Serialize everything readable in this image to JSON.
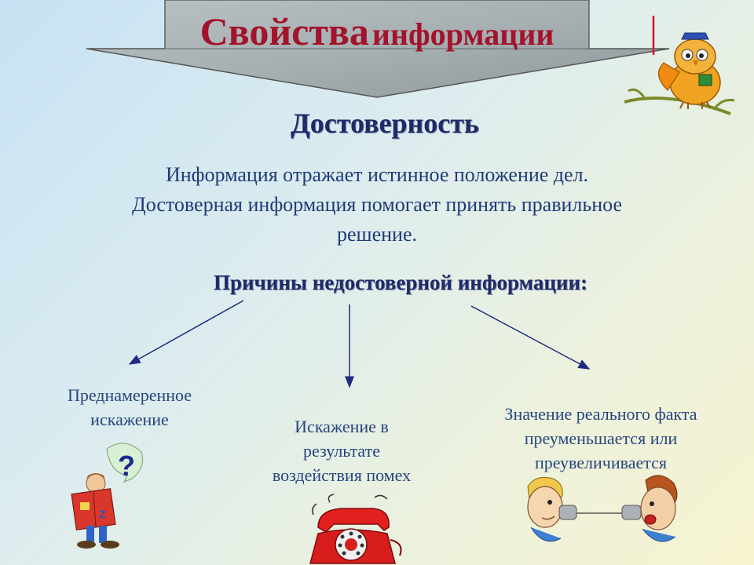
{
  "banner": {
    "title_word1": "Свойства",
    "title_word2": "информации"
  },
  "property_title": "Достоверность",
  "description": {
    "line1": "Информация отражает истинное положение дел.",
    "line2": "Достоверная информация помогает принять правильное",
    "line3": "решение."
  },
  "reasons_heading": "Причины недостоверной информации:",
  "causes": [
    {
      "line1": "Преднамеренное",
      "line2": "искажение"
    },
    {
      "line1": "Искажение в",
      "line2": "результате",
      "line3": "воздействия помех"
    },
    {
      "line1": "Значение реального факта",
      "line2": "преуменьшается или",
      "line3": "преувеличивается"
    }
  ],
  "illustrations": [
    "owl-on-branch",
    "boy-with-book-and-question",
    "red-rotary-phone",
    "two-people-talking-on-string-phone"
  ],
  "colors": {
    "title": "#a3132c",
    "heading": "#1f2a66",
    "text": "#25467f",
    "banner_fill": "#9aa4a6",
    "arrow": "#1f2a80"
  }
}
